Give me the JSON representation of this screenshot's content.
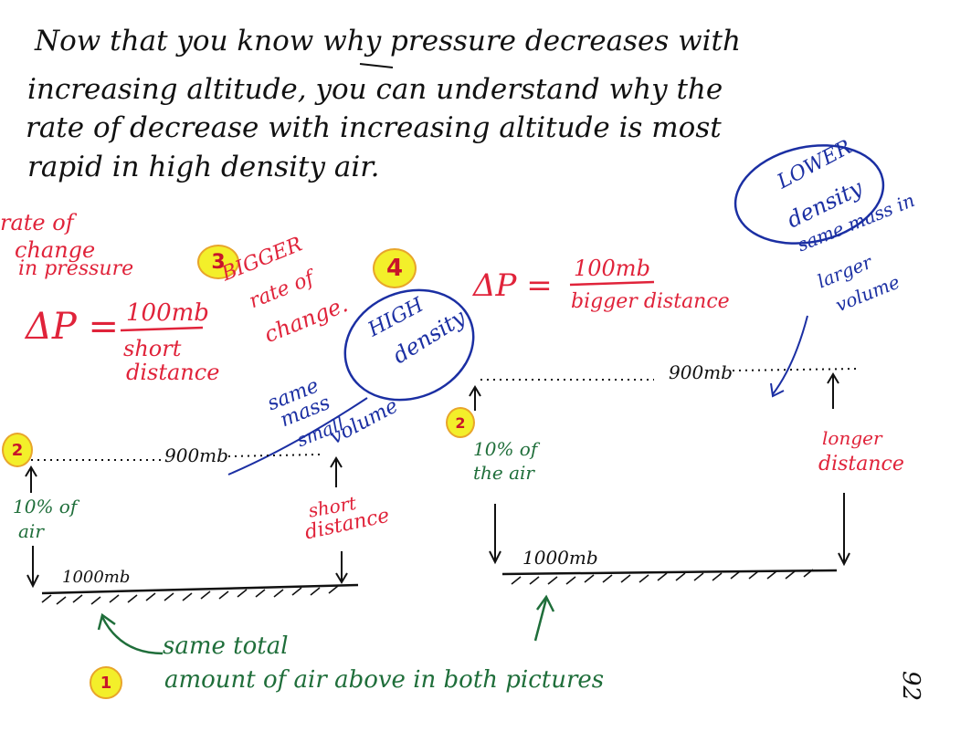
{
  "intro": {
    "line1": "Now that you know why pressure decreases with",
    "line2": "increasing altitude, you can understand why the",
    "line3": "rate of decrease with increasing altitude is most",
    "line4": "rapid in high density air."
  },
  "badges": {
    "one": "1",
    "two": "2",
    "three": "3",
    "four": "4"
  },
  "left": {
    "rate_label_1": "rate of",
    "rate_label_2": "change",
    "rate_label_3": "in pressure",
    "delta_p": "ΔP =",
    "numerator": "100mb",
    "denominator_1": "short",
    "denominator_2": "distance",
    "bigger_1": "BIGGER",
    "bigger_2": "rate of",
    "bigger_3": "change.",
    "high_1": "HIGH",
    "high_2": "density",
    "same_1": "same",
    "same_2": "mass",
    "same_3": "small",
    "same_4": "volume",
    "top_level": "900mb",
    "bottom_level": "1000mb",
    "air_pct_1": "10% of",
    "air_pct_2": "air",
    "short_1": "short",
    "short_2": "distance"
  },
  "right": {
    "delta_p": "ΔP =",
    "numerator": "100mb",
    "denominator": "bigger distance",
    "lower_1": "LOWER",
    "lower_2": "density",
    "same_1": "same mass in",
    "same_2": "larger",
    "same_3": "volume",
    "top_level": "900mb",
    "bottom_level": "1000mb",
    "air_pct_1": "10% of",
    "air_pct_2": "the air",
    "longer_1": "longer",
    "longer_2": "distance"
  },
  "footer": {
    "line1": "same total",
    "line2": "amount of air above in both pictures"
  },
  "page_number": "92",
  "colors": {
    "red": "#e0233a",
    "blue": "#1b2fa3",
    "green": "#1f6e3a",
    "badge": "#f3ef2a"
  }
}
